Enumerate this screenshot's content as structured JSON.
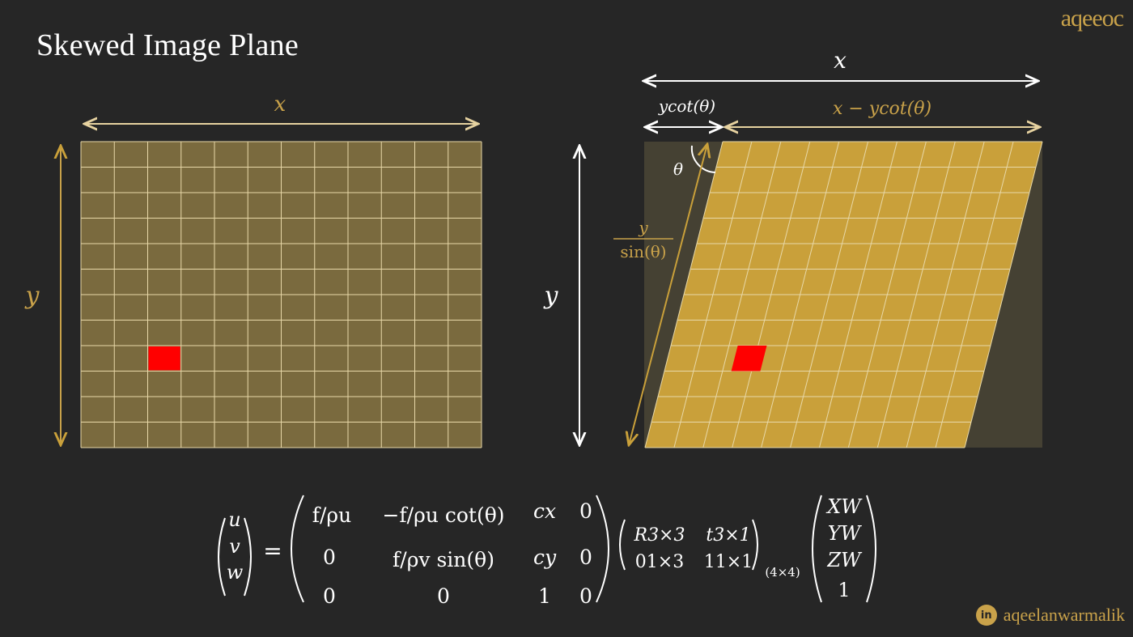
{
  "title": "Skewed Image Plane",
  "logo_text": "aqeeᴏc",
  "handle": {
    "icon": "linkedin-icon",
    "icon_text": "in",
    "name": "aqeelanwarmalik"
  },
  "colors": {
    "background": "#262626",
    "grid_fill": "#7a6a3e",
    "grid_line": "#e8d8a8",
    "skew_fill": "#c9a03a",
    "skew_bg": "#454133",
    "highlight": "#ff0000",
    "gold_label": "#c9a24a",
    "white": "#ffffff"
  },
  "left_diagram": {
    "x_label": "x",
    "y_label": "y",
    "grid_cols": 12,
    "grid_rows": 12,
    "highlight_cell": {
      "col": 2,
      "row": 8
    }
  },
  "right_diagram": {
    "x_label": "x",
    "ycot_label": "ycot(θ)",
    "x_minus_label": "x − ycot(θ)",
    "theta_label": "θ",
    "y_label": "y",
    "frac_num": "y",
    "frac_den": "sin(θ)",
    "grid_cols": 11,
    "grid_rows": 12,
    "highlight_cell": {
      "col": 2,
      "row": 8
    }
  },
  "equation": {
    "lhs": [
      "u",
      "v",
      "w"
    ],
    "equals": "=",
    "intrinsic": [
      [
        "f/ρu",
        "−f/ρu cot(θ)",
        "cx",
        "0"
      ],
      [
        "0",
        "f/ρv sin(θ)",
        "cy",
        "0"
      ],
      [
        "0",
        "0",
        "1",
        "0"
      ]
    ],
    "extrinsic": [
      [
        "R3×3",
        "t3×1"
      ],
      [
        "01×3",
        "11×1"
      ]
    ],
    "extrinsic_sub": "(4×4)",
    "world": [
      "XW",
      "YW",
      "ZW",
      "1"
    ]
  }
}
